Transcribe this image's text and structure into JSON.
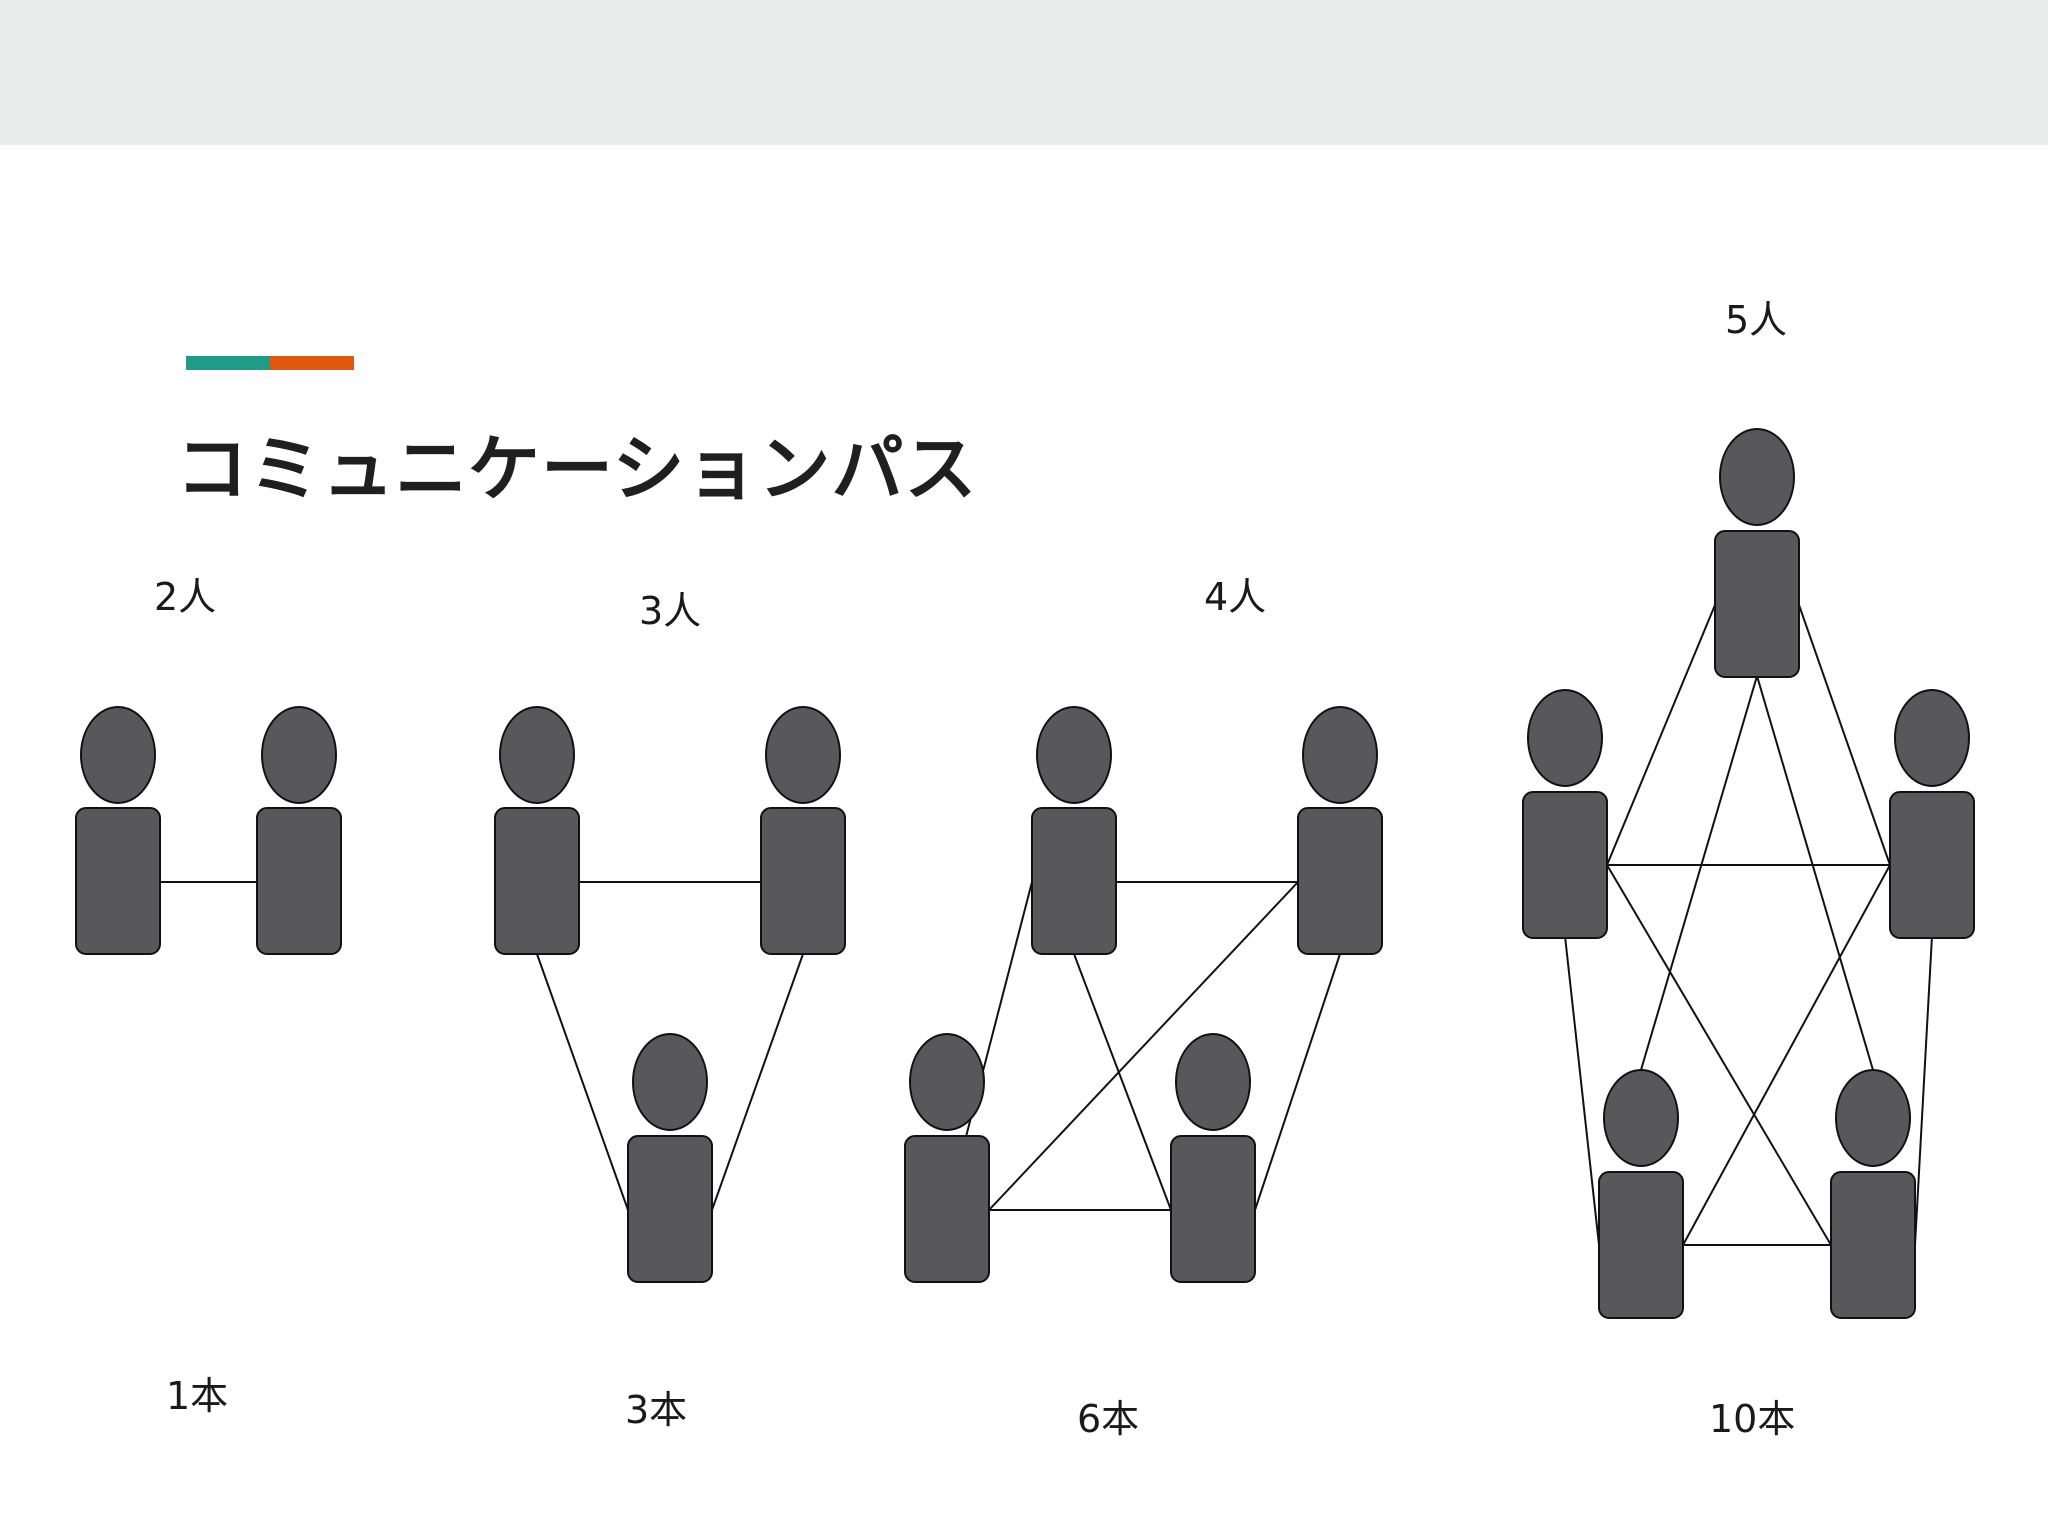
{
  "title": "コミュニケーションパス",
  "colors": {
    "band": "#e9eeec",
    "accent_teal": "#1f9b86",
    "accent_orange": "#e0570f",
    "person_fill": "#58575a"
  },
  "groups": [
    {
      "people_label": "2人",
      "paths_label": "1本",
      "people": [
        {
          "head": [
            118,
            755
          ],
          "body": [
            76,
            808
          ]
        },
        {
          "head": [
            299,
            755
          ],
          "body": [
            257,
            808
          ]
        }
      ],
      "links": [
        [
          160,
          882,
          257,
          882
        ]
      ]
    },
    {
      "people_label": "3人",
      "paths_label": "3本",
      "people": [
        {
          "head": [
            537,
            755
          ],
          "body": [
            495,
            808
          ]
        },
        {
          "head": [
            803,
            755
          ],
          "body": [
            761,
            808
          ]
        },
        {
          "head": [
            670,
            1082
          ],
          "body": [
            628,
            1136
          ]
        }
      ],
      "links": [
        [
          579,
          882,
          761,
          882
        ],
        [
          537,
          954,
          628,
          1210
        ],
        [
          803,
          954,
          712,
          1210
        ]
      ]
    },
    {
      "people_label": "4人",
      "paths_label": "6本",
      "people": [
        {
          "head": [
            1074,
            755
          ],
          "body": [
            1032,
            808
          ]
        },
        {
          "head": [
            1340,
            755
          ],
          "body": [
            1298,
            808
          ]
        },
        {
          "head": [
            947,
            1082
          ],
          "body": [
            905,
            1136
          ]
        },
        {
          "head": [
            1213,
            1082
          ],
          "body": [
            1171,
            1136
          ]
        }
      ],
      "links": [
        [
          1116,
          882,
          1298,
          882
        ],
        [
          1032,
          882,
          947,
          1210
        ],
        [
          1074,
          954,
          1171,
          1210
        ],
        [
          1298,
          882,
          989,
          1210
        ],
        [
          989,
          1210,
          1171,
          1210
        ],
        [
          1340,
          954,
          1255,
          1210
        ]
      ]
    },
    {
      "people_label": "5人",
      "paths_label": "10本",
      "people": [
        {
          "head": [
            1757,
            477
          ],
          "body": [
            1715,
            531
          ]
        },
        {
          "head": [
            1565,
            738
          ],
          "body": [
            1523,
            792
          ]
        },
        {
          "head": [
            1932,
            738
          ],
          "body": [
            1890,
            792
          ]
        },
        {
          "head": [
            1641,
            1118
          ],
          "body": [
            1599,
            1172
          ]
        },
        {
          "head": [
            1873,
            1118
          ],
          "body": [
            1831,
            1172
          ]
        }
      ],
      "links": [
        [
          1715,
          605,
          1607,
          865
        ],
        [
          1799,
          605,
          1890,
          865
        ],
        [
          1757,
          676,
          1641,
          1070
        ],
        [
          1757,
          676,
          1873,
          1070
        ],
        [
          1607,
          865,
          1890,
          865
        ],
        [
          1607,
          865,
          1831,
          1245
        ],
        [
          1890,
          865,
          1683,
          1245
        ],
        [
          1565,
          936,
          1599,
          1245
        ],
        [
          1932,
          936,
          1915,
          1245
        ],
        [
          1683,
          1245,
          1831,
          1245
        ]
      ]
    }
  ]
}
